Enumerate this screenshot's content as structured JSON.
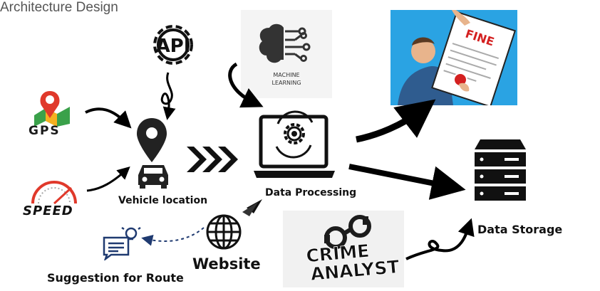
{
  "title": "Architecture Design",
  "icons": {
    "api_label": "API",
    "gps_label": "GPS",
    "speed_label": "SPEED",
    "ml_label_line1": "MACHINE",
    "ml_label_line2": "LEARNING",
    "fine_label": "FINE",
    "crime_label_line1": "CRIME",
    "crime_label_line2": "ANALYST"
  },
  "nodes": {
    "vehicle_location": "Vehicle location",
    "data_processing": "Data Processing",
    "data_storage": "Data Storage",
    "website": "Website",
    "suggestion": "Suggestion for Route"
  },
  "colors": {
    "fine_background": "#2aa3e3",
    "pin_red": "#e0392b",
    "arrow": "#000000"
  }
}
